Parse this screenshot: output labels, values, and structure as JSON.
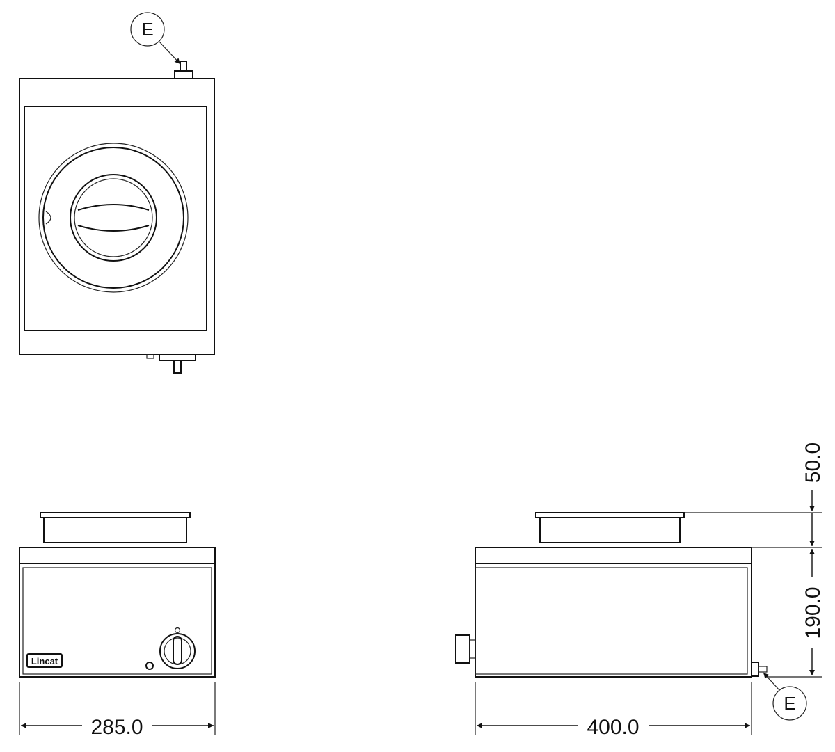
{
  "callouts": {
    "top_view": "E",
    "side_view": "E"
  },
  "brand": {
    "logo_text": "Lincat"
  },
  "dimensions": {
    "front_width": "285.0",
    "side_depth": "400.0",
    "pot_height": "50.0",
    "body_height": "190.0"
  }
}
